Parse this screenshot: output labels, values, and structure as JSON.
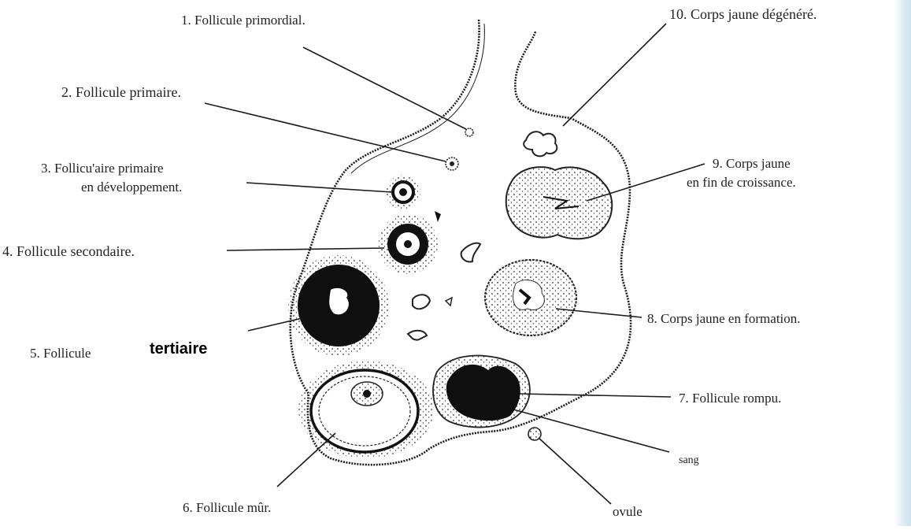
{
  "labels": {
    "l1": "1. Follicule primordial.",
    "l2": "2. Follicule primaire.",
    "l3a": "3. Follicu'aire primaire",
    "l3b": "en développement.",
    "l4": "4. Follicule secondaire.",
    "l5_prefix": "5. Follicule",
    "l5_word": "tertiaire",
    "l6": "6. Follicule mûr.",
    "l7": "7. Follicule rompu.",
    "l8": "8. Corps jaune en formation.",
    "l9a": "9. Corps jaune",
    "l9b": "en fin de croissance.",
    "l10": "10. Corps jaune dégénéré.",
    "sang": "sang",
    "ovule": "ovule"
  },
  "colors": {
    "ink": "#1a1a1a",
    "paper": "#ffffff",
    "edge_tint": "#cfe3ef"
  }
}
